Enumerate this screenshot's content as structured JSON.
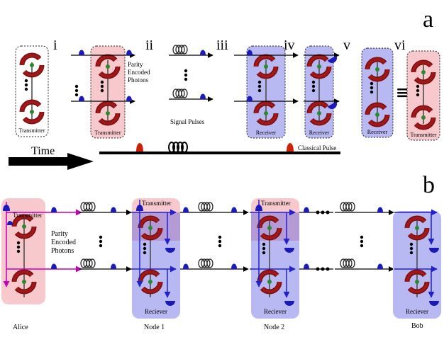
{
  "panel_a": {
    "label": "a",
    "stages": [
      "i",
      "ii",
      "iii",
      "iv",
      "v",
      "vi"
    ],
    "box_transmitter": "Transmitter",
    "box_receiver": "Receiver",
    "parity_text": [
      "Parity",
      "Encoded",
      "Photons"
    ],
    "signal_pulses": "Signal Pulses",
    "time_label": "Time",
    "classical_pulse": "Classical Pulse",
    "equiv_symbol": "≡"
  },
  "panel_b": {
    "label": "b",
    "transmitter": "Transmitter",
    "receiver": "Reciever",
    "parity_text": [
      "Parity",
      "Encoded",
      "Photons"
    ],
    "nodes": [
      "Alice",
      "Node 1",
      "Node 2",
      "Bob"
    ]
  },
  "colors": {
    "pink_box": "#f7c8cc",
    "blue_box": "#b8b8f2",
    "purple_overlap": "#b49bd6",
    "dark_red": "#8c1111",
    "pulse_blue": "#1a1ab8",
    "classical_red": "#cc2200",
    "magenta": "#c400b8",
    "arrow_blue": "#2222cc"
  }
}
